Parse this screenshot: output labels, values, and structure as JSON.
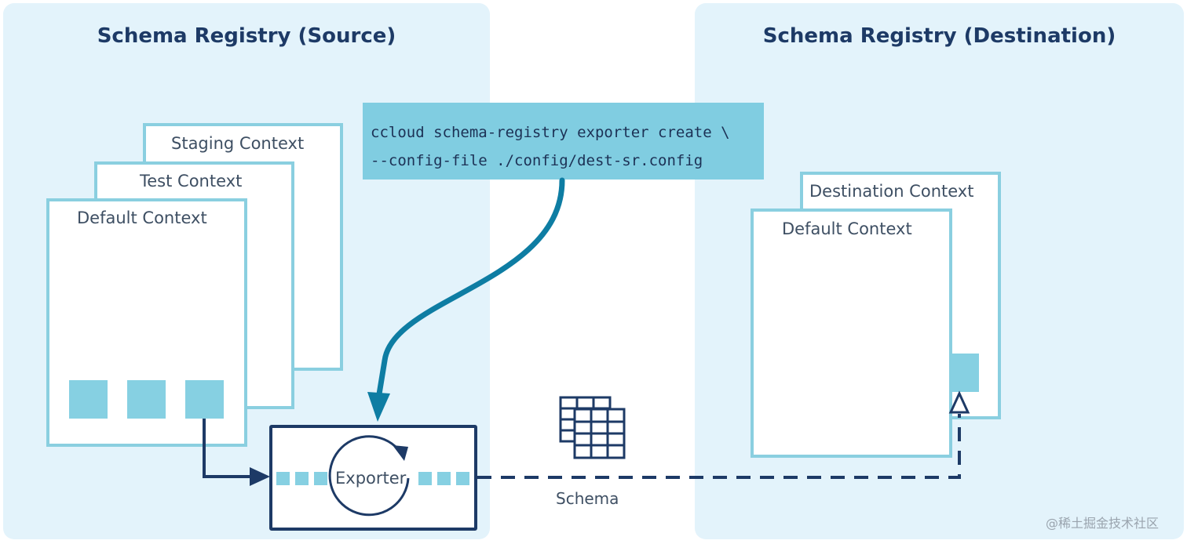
{
  "source": {
    "title": "Schema Registry (Source)",
    "contexts": [
      "Staging Context",
      "Test Context",
      "Default Context"
    ]
  },
  "destination": {
    "title": "Schema Registry (Destination)",
    "contexts": [
      "Destination Context",
      "Default Context"
    ]
  },
  "command": {
    "line1": "ccloud schema-registry exporter create \\",
    "line2": "--config-file ./config/dest-sr.config"
  },
  "exporter": {
    "label": "Exporter"
  },
  "schema": {
    "label": "Schema",
    "icon": "table-grid-icon"
  },
  "watermark": "@稀土掘金技术社区",
  "colors": {
    "panel": "#e3f3fb",
    "context_border": "#8acfe0",
    "accent_square": "#86d0e2",
    "command_bg": "#80cde1",
    "navy": "#1d3a66",
    "teal_arrow": "#0e7da3"
  }
}
